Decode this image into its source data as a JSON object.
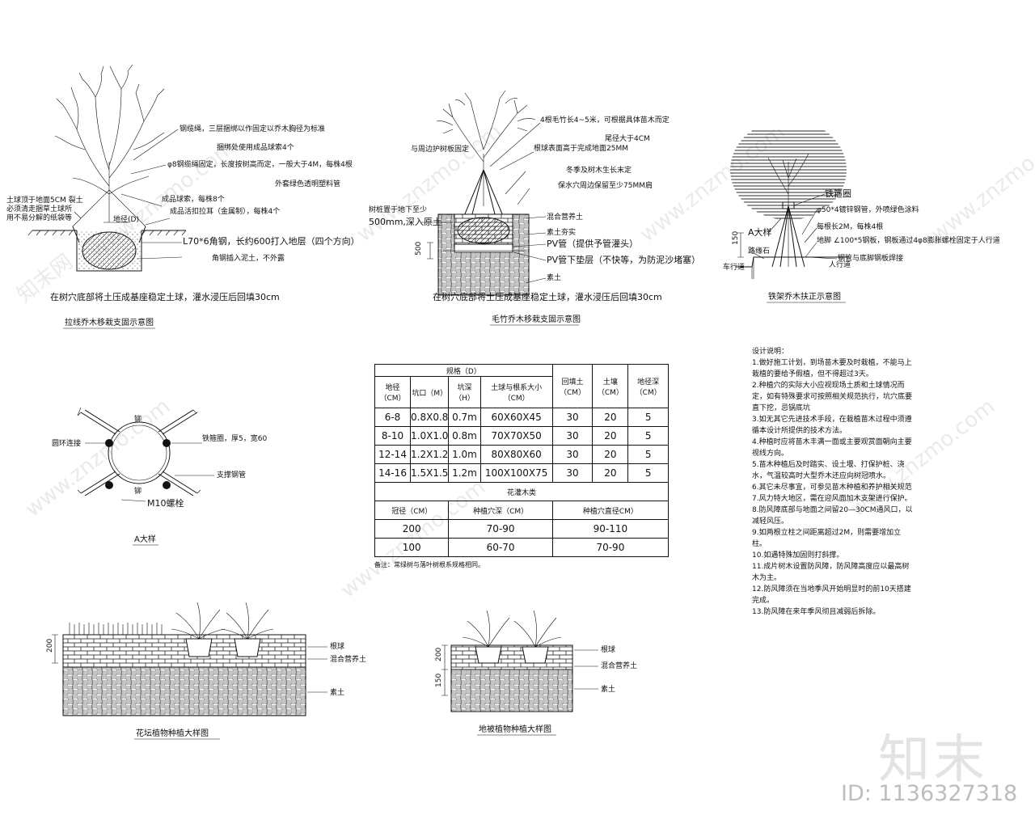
{
  "watermark": {
    "site": "www.znzmo.com",
    "brand": "知末",
    "id_label": "ID: 1136327318",
    "corner": "知末网"
  },
  "fig1": {
    "caption": "拉线乔木移栽支固示意图",
    "labels": {
      "a": "钢缆绳，三层捆绑以作固定以乔木胸径为标准",
      "b": "捆绑处使用成品球索4个",
      "c": "φ8钢缆绳固定，长度按树高而定，一般大于4M，每株4根",
      "d": "外套绿色透明塑料管",
      "e": "成品球索，每株8个",
      "f": "成品活扣拉耳（金属制），每株4个",
      "g": "土球顶于地面5CM 裂土",
      "h": "必须清走捆草土球所",
      "i": "用不易分解的纸袋等",
      "j": "地径(D)",
      "k": "L70*6角钢，长约600打入地层（四个方向）",
      "l": "角钢插入泥土，不外露",
      "m": "在树穴底部将土压成基座稳定土球，灌水浸压后回填30cm"
    }
  },
  "fig2": {
    "caption": "毛竹乔木移栽支固示意图",
    "labels": {
      "a": "4根毛竹长4~5米，可根据具体苗木而定",
      "b": "尾径大于4CM",
      "c": "与周边护树板固定",
      "d": "根球表面高于完成地面25MM",
      "e": "冬季及树木生长末定",
      "f": "保水穴周边保留至少75MM肩",
      "g": "树桩置于地下至少",
      "h": "500mm,深入原土",
      "i": "混合营养土",
      "j": "素土夯实",
      "k": "PV管（提供予管灌头）",
      "l": "PV管下垫层（不快等，为防泥沙堵塞）",
      "m": "素土",
      "dim": "500",
      "n": "在树穴底部将土压成基座稳定土球，灌水浸压后回填30cm"
    }
  },
  "fig3": {
    "caption": "铁架乔木扶正示意图",
    "labels": {
      "a": "铁箍圈",
      "b": "φ50*4镀锌钢管，外喷绿色涂料",
      "c": "每根长2M，每株4根",
      "d": "地脚 ∠100*5钢板，钢板通过4φ8膨胀螺栓固定于人行道",
      "e": "钢管与底脚钢板焊接",
      "f": "A大样",
      "g": "路缘石",
      "h": "车行道",
      "i": "人行道",
      "dim": "150"
    }
  },
  "fig4": {
    "caption": "A大样",
    "labels": {
      "a": "圆环连接",
      "b": "铁箍圈，厚5，宽60",
      "c": "支撑钢管",
      "d": "M10螺栓",
      "e": "铆",
      "f": "铆"
    }
  },
  "fig5": {
    "caption": "花坛植物种植大样图",
    "labels": {
      "a": "根球",
      "b": "混合营养土",
      "c": "素土",
      "dim": "200"
    }
  },
  "fig6": {
    "caption": "地被植物种植大样图",
    "labels": {
      "a": "根球",
      "b": "混合营养土",
      "c": "素土",
      "dim1": "200",
      "dim2": "150"
    }
  },
  "table": {
    "group_header": "规格（D）",
    "headers": [
      "地径（CM）",
      "坑口（M）",
      "坑深（H）",
      "土球与根系大小（CM）",
      "回填土（CM）",
      "土壤（CM）",
      "地径深（CM）"
    ],
    "rows": [
      [
        "6-8",
        "0.8X0.8",
        "0.7m",
        "60X60X45",
        "30",
        "20",
        "5"
      ],
      [
        "8-10",
        "1.0X1.0",
        "0.8m",
        "70X70X50",
        "30",
        "20",
        "5"
      ],
      [
        "12-14",
        "1.2X1.2",
        "1.0m",
        "80X80X60",
        "30",
        "20",
        "5"
      ],
      [
        "14-16",
        "1.5X1.5",
        "1.2m",
        "100X100X75",
        "30",
        "20",
        "5"
      ]
    ],
    "sub_title": "花灌木类",
    "sub_headers": [
      "冠径（CM）",
      "种植穴深（CM）",
      "种植穴直径CM）"
    ],
    "sub_rows": [
      [
        "200",
        "70-90",
        "90-110"
      ],
      [
        "100",
        "60-70",
        "70-90"
      ]
    ],
    "note": "备注：常绿树与落叶树根系规格相同。"
  },
  "notes": {
    "title": "设计说明：",
    "items": [
      "1.做好施工计划，到场苗木要及时栽植，不能马上栽植的要给予假植，但不得超过3天。",
      "2.种植穴的实际大小应视现场土质和土球情况而定，如有特殊要求可按照相关规范执行，坑穴底要直下挖，忌锅底坑",
      "3.如无其它先进技术手段，在栽植苗木过程中须遵循本设计所提供的技术方法。",
      "4.种植时应将苗木丰满一面或主要观赏面朝向主要视线方向。",
      "5.苗木种植后及时踏实、设土堰、打保护桩、浇水，气温较高时大型乔木还应向树冠喷水。",
      "6.其它未尽事宜，可参见苗木种植和养护相关规范",
      "7.风力特大地区，需在迎风面加木支架进行保护。",
      "8.防风障底部与地面之间留20—30CM通风口，以减轻风压。",
      "9.如两根立柱之间距离超过2M，则需要增加立柱。",
      "10.如遇特殊加固则打斜撑。",
      "11.成片树木设置防风障，防风障高度应以最高树木为主。",
      "12.防风障须在当地季风开始明显时的前10天搭建完成。",
      "13.防风障在来年季风彻且减弱后拆除。"
    ]
  }
}
